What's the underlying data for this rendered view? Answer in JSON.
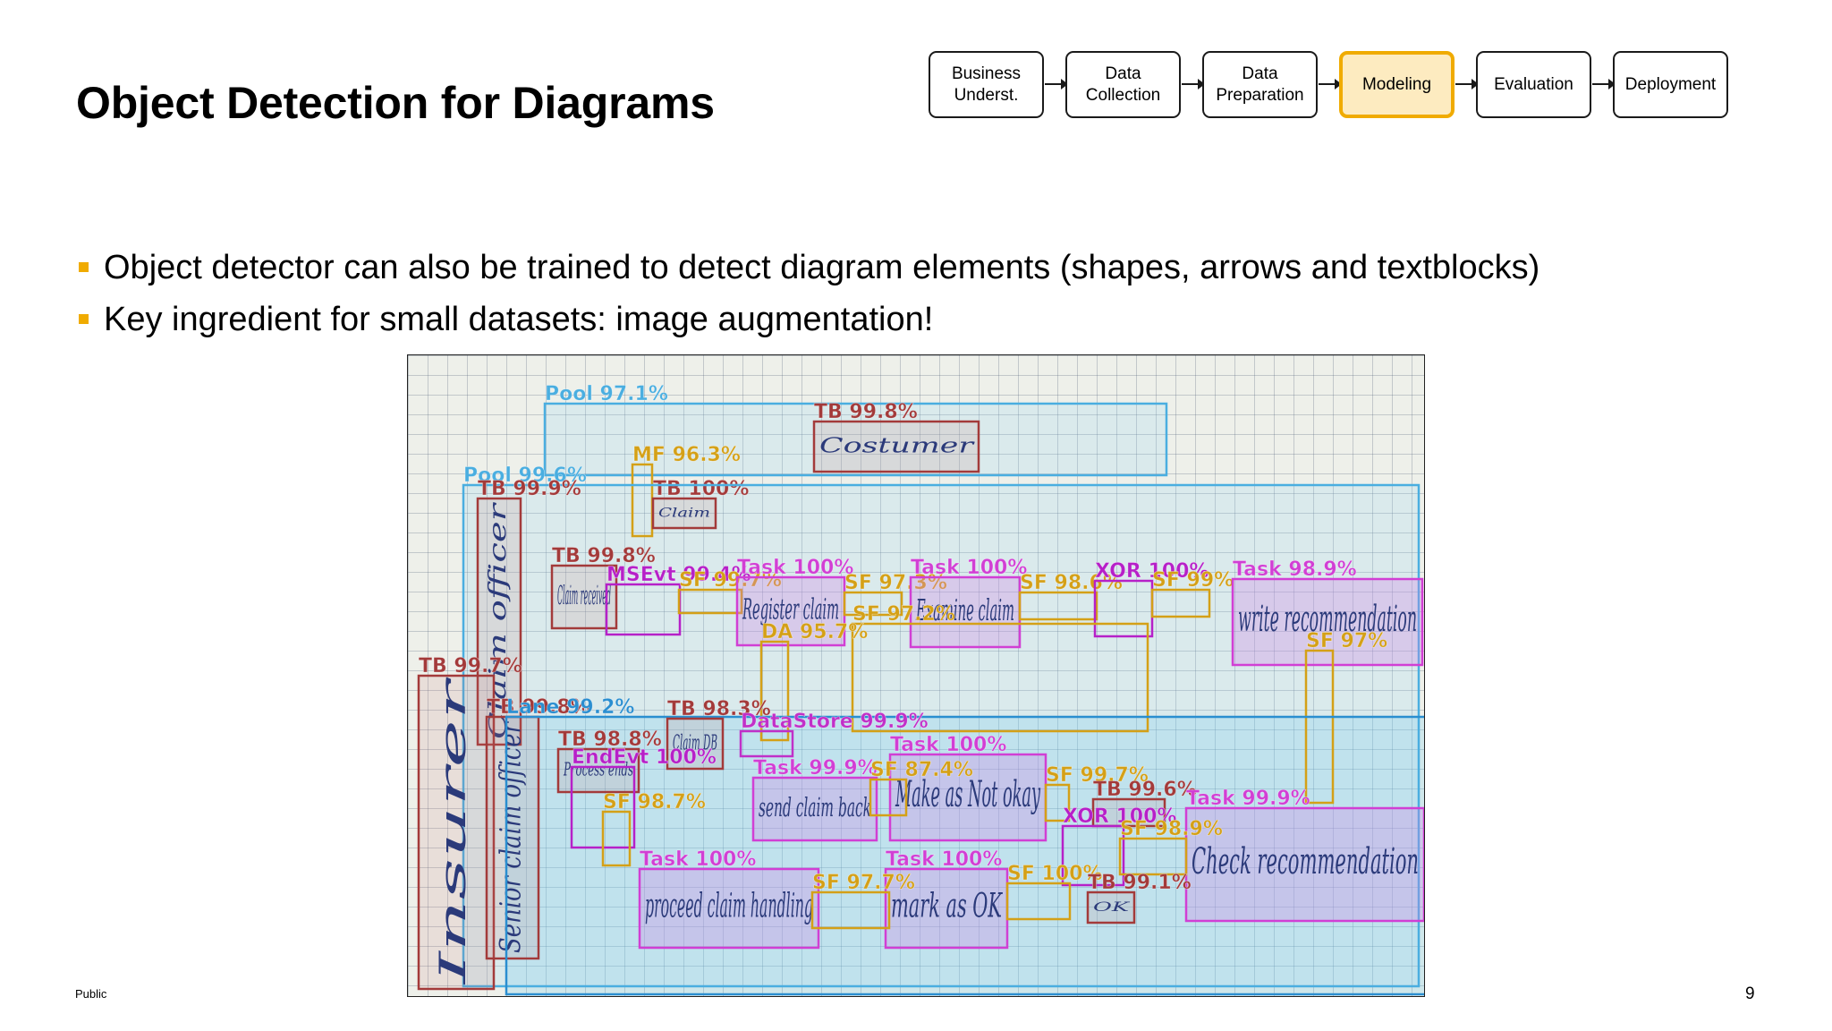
{
  "slide": {
    "title": "Object Detection for Diagrams",
    "classification": "Public",
    "page_number": "9"
  },
  "process_steps": [
    {
      "label": "Business\nUnderst.",
      "active": false
    },
    {
      "label": "Data\nCollection",
      "active": false
    },
    {
      "label": "Data\nPreparation",
      "active": false
    },
    {
      "label": "Modeling",
      "active": true
    },
    {
      "label": "Evaluation",
      "active": false
    },
    {
      "label": "Deployment",
      "active": false
    }
  ],
  "bullets": [
    "Object detector can also be trained to detect diagram elements (shapes, arrows and textblocks)",
    "Key ingredient for small datasets: image augmentation!"
  ],
  "colors": {
    "accent": "#f0ab00",
    "active_step_fill": "#fdebc0",
    "pool": "#4aaee0",
    "lane": "#2a8ed0",
    "textblock": "#a33a3a",
    "task": "#d13fd4",
    "event": "#b620c8",
    "sequence_flow": "#d4a017",
    "message_flow": "#d4a017",
    "data_store": "#c030c8",
    "association": "#d4a017"
  },
  "detections": [
    {
      "label": "Pool 97.1%",
      "cls": "pool"
    },
    {
      "label": "TB 99.8%",
      "cls": "textblock",
      "text": "Costumer"
    },
    {
      "label": "MF 96.3%",
      "cls": "message_flow"
    },
    {
      "label": "TB 100%",
      "cls": "textblock",
      "text": "Claim"
    },
    {
      "label": "Pool 99.6%",
      "cls": "pool"
    },
    {
      "label": "TB 99.9%",
      "cls": "textblock",
      "text": "Claim officer"
    },
    {
      "label": "TB 99.8%",
      "cls": "textblock",
      "text": "Claim received"
    },
    {
      "label": "MSEvt 99.4%",
      "cls": "event"
    },
    {
      "label": "SF 99.7%",
      "cls": "sequence_flow"
    },
    {
      "label": "Task 100%",
      "cls": "task",
      "text": "Register claim"
    },
    {
      "label": "SF 97.3%",
      "cls": "sequence_flow"
    },
    {
      "label": "Task 100%",
      "cls": "task",
      "text": "Examine claim"
    },
    {
      "label": "SF 98.6%",
      "cls": "sequence_flow"
    },
    {
      "label": "XOR 100%",
      "cls": "event"
    },
    {
      "label": "SF 99%",
      "cls": "sequence_flow"
    },
    {
      "label": "Task 98.9%",
      "cls": "task",
      "text": "write recommendation"
    },
    {
      "label": "SF 97.2%",
      "cls": "sequence_flow"
    },
    {
      "label": "DA 95.7%",
      "cls": "association"
    },
    {
      "label": "SF 97%",
      "cls": "sequence_flow"
    },
    {
      "label": "TB 99.7%",
      "cls": "textblock",
      "text": "Insurer"
    },
    {
      "label": "TB 99.8%",
      "cls": "textblock",
      "text": "Senior claim officer"
    },
    {
      "label": "Lane 99.2%",
      "cls": "lane"
    },
    {
      "label": "TB 98.3%",
      "cls": "textblock",
      "text": "Claim DB"
    },
    {
      "label": "DataStore 99.9%",
      "cls": "data_store"
    },
    {
      "label": "TB 98.8%",
      "cls": "textblock",
      "text": "Process ends"
    },
    {
      "label": "Task 100%",
      "cls": "task",
      "text": "Make as Not okay"
    },
    {
      "label": "EndEvt 100%",
      "cls": "event"
    },
    {
      "label": "Task 99.9%",
      "cls": "task",
      "text": "send claim back"
    },
    {
      "label": "SF 87.4%",
      "cls": "sequence_flow"
    },
    {
      "label": "SF 99.7%",
      "cls": "sequence_flow"
    },
    {
      "label": "TB 99.6%",
      "cls": "textblock"
    },
    {
      "label": "Task 99.9%",
      "cls": "task",
      "text": "Check recommendation"
    },
    {
      "label": "XOR 100%",
      "cls": "event"
    },
    {
      "label": "SF 98.7%",
      "cls": "sequence_flow"
    },
    {
      "label": "SF 98.9%",
      "cls": "sequence_flow"
    },
    {
      "label": "Task 100%",
      "cls": "task",
      "text": "proceed claim handling"
    },
    {
      "label": "Task 100%",
      "cls": "task",
      "text": "mark as OK"
    },
    {
      "label": "SF 97.7%",
      "cls": "sequence_flow"
    },
    {
      "label": "SF 100%",
      "cls": "sequence_flow"
    },
    {
      "label": "TB 99.1%",
      "cls": "textblock",
      "text": "OK"
    }
  ]
}
